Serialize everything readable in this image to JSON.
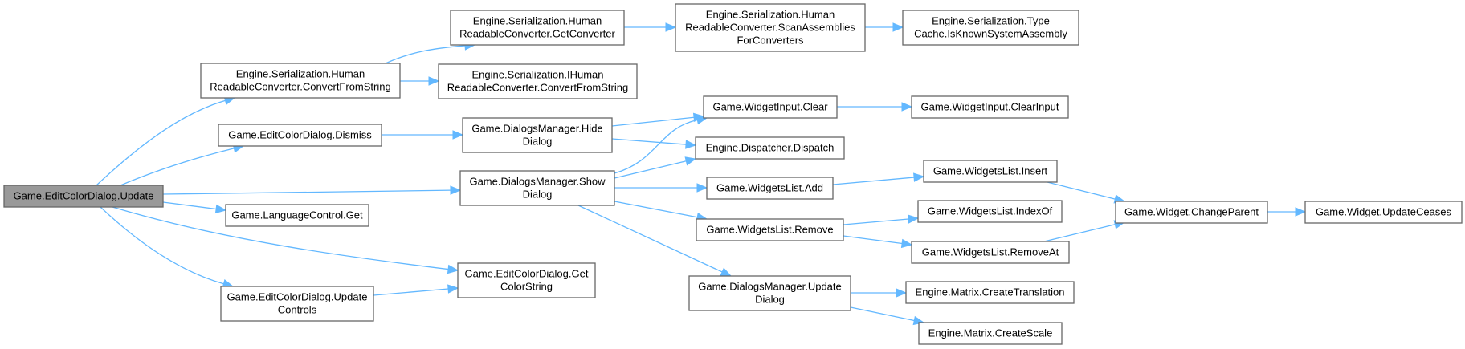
{
  "diagram": {
    "type": "call-graph",
    "colors": {
      "edge": "#63b8ff",
      "node_border": "#666666",
      "root_fill": "#999999",
      "node_fill": "#ffffff"
    },
    "nodes": [
      {
        "id": "root",
        "lines": [
          "Game.EditColorDialog.Update"
        ],
        "root": true
      },
      {
        "id": "hrc_cfs",
        "lines": [
          "Engine.Serialization.Human",
          "ReadableConverter.ConvertFromString"
        ]
      },
      {
        "id": "dismiss",
        "lines": [
          "Game.EditColorDialog.Dismiss"
        ]
      },
      {
        "id": "langget",
        "lines": [
          "Game.LanguageControl.Get"
        ]
      },
      {
        "id": "updctrl",
        "lines": [
          "Game.EditColorDialog.Update",
          "Controls"
        ]
      },
      {
        "id": "getconv",
        "lines": [
          "Engine.Serialization.Human",
          "ReadableConverter.GetConverter"
        ]
      },
      {
        "id": "ihrc_cfs",
        "lines": [
          "Engine.Serialization.IHuman",
          "ReadableConverter.ConvertFromString"
        ]
      },
      {
        "id": "hidedlg",
        "lines": [
          "Game.DialogsManager.Hide",
          "Dialog"
        ]
      },
      {
        "id": "showdlg",
        "lines": [
          "Game.DialogsManager.Show",
          "Dialog"
        ]
      },
      {
        "id": "getcolor",
        "lines": [
          "Game.EditColorDialog.Get",
          "ColorString"
        ]
      },
      {
        "id": "scanasm",
        "lines": [
          "Engine.Serialization.Human",
          "ReadableConverter.ScanAssemblies",
          "ForConverters"
        ]
      },
      {
        "id": "wiclear",
        "lines": [
          "Game.WidgetInput.Clear"
        ]
      },
      {
        "id": "dispatch",
        "lines": [
          "Engine.Dispatcher.Dispatch"
        ]
      },
      {
        "id": "wladd",
        "lines": [
          "Game.WidgetsList.Add"
        ]
      },
      {
        "id": "wlremove",
        "lines": [
          "Game.WidgetsList.Remove"
        ]
      },
      {
        "id": "upddlg",
        "lines": [
          "Game.DialogsManager.Update",
          "Dialog"
        ]
      },
      {
        "id": "typecache",
        "lines": [
          "Engine.Serialization.Type",
          "Cache.IsKnownSystemAssembly"
        ]
      },
      {
        "id": "clearinput",
        "lines": [
          "Game.WidgetInput.ClearInput"
        ]
      },
      {
        "id": "wlinsert",
        "lines": [
          "Game.WidgetsList.Insert"
        ]
      },
      {
        "id": "wlindexof",
        "lines": [
          "Game.WidgetsList.IndexOf"
        ]
      },
      {
        "id": "wlremoveat",
        "lines": [
          "Game.WidgetsList.RemoveAt"
        ]
      },
      {
        "id": "mtrans",
        "lines": [
          "Engine.Matrix.CreateTranslation"
        ]
      },
      {
        "id": "mscale",
        "lines": [
          "Engine.Matrix.CreateScale"
        ]
      },
      {
        "id": "chparent",
        "lines": [
          "Game.Widget.ChangeParent"
        ]
      },
      {
        "id": "updceases",
        "lines": [
          "Game.Widget.UpdateCeases"
        ]
      }
    ],
    "edges": [
      {
        "from": "root",
        "to": "hrc_cfs"
      },
      {
        "from": "root",
        "to": "dismiss"
      },
      {
        "from": "root",
        "to": "showdlg"
      },
      {
        "from": "root",
        "to": "langget"
      },
      {
        "from": "root",
        "to": "getcolor"
      },
      {
        "from": "root",
        "to": "updctrl"
      },
      {
        "from": "hrc_cfs",
        "to": "getconv"
      },
      {
        "from": "hrc_cfs",
        "to": "ihrc_cfs"
      },
      {
        "from": "getconv",
        "to": "scanasm"
      },
      {
        "from": "scanasm",
        "to": "typecache"
      },
      {
        "from": "dismiss",
        "to": "hidedlg"
      },
      {
        "from": "hidedlg",
        "to": "wiclear"
      },
      {
        "from": "hidedlg",
        "to": "dispatch"
      },
      {
        "from": "showdlg",
        "to": "wiclear"
      },
      {
        "from": "showdlg",
        "to": "dispatch"
      },
      {
        "from": "showdlg",
        "to": "wladd"
      },
      {
        "from": "showdlg",
        "to": "wlremove"
      },
      {
        "from": "showdlg",
        "to": "upddlg"
      },
      {
        "from": "wiclear",
        "to": "clearinput"
      },
      {
        "from": "wladd",
        "to": "wlinsert"
      },
      {
        "from": "wlremove",
        "to": "wlindexof"
      },
      {
        "from": "wlremove",
        "to": "wlremoveat"
      },
      {
        "from": "wlinsert",
        "to": "chparent"
      },
      {
        "from": "wlremoveat",
        "to": "chparent"
      },
      {
        "from": "chparent",
        "to": "updceases"
      },
      {
        "from": "upddlg",
        "to": "mtrans"
      },
      {
        "from": "upddlg",
        "to": "mscale"
      },
      {
        "from": "updctrl",
        "to": "getcolor"
      }
    ]
  }
}
